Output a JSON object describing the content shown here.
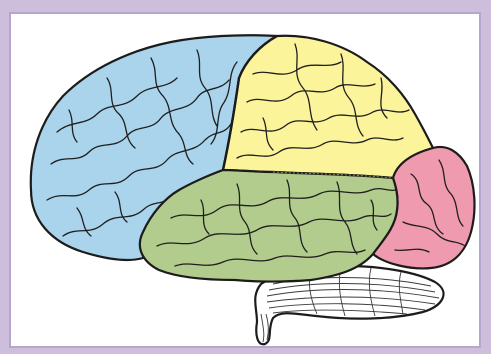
{
  "diagram": {
    "subject": "brain-lateral-view",
    "lobes": [
      {
        "name": "frontal-lobe",
        "color": "#a9d4ec"
      },
      {
        "name": "parietal-lobe",
        "color": "#fbf49a"
      },
      {
        "name": "temporal-lobe",
        "color": "#b1cc8c"
      },
      {
        "name": "occipital-lobe",
        "color": "#ef9aae"
      },
      {
        "name": "cerebellum",
        "color": "#ffffff"
      }
    ],
    "frame_color": "#cdbfdc",
    "border_color": "#b7a6cc"
  }
}
